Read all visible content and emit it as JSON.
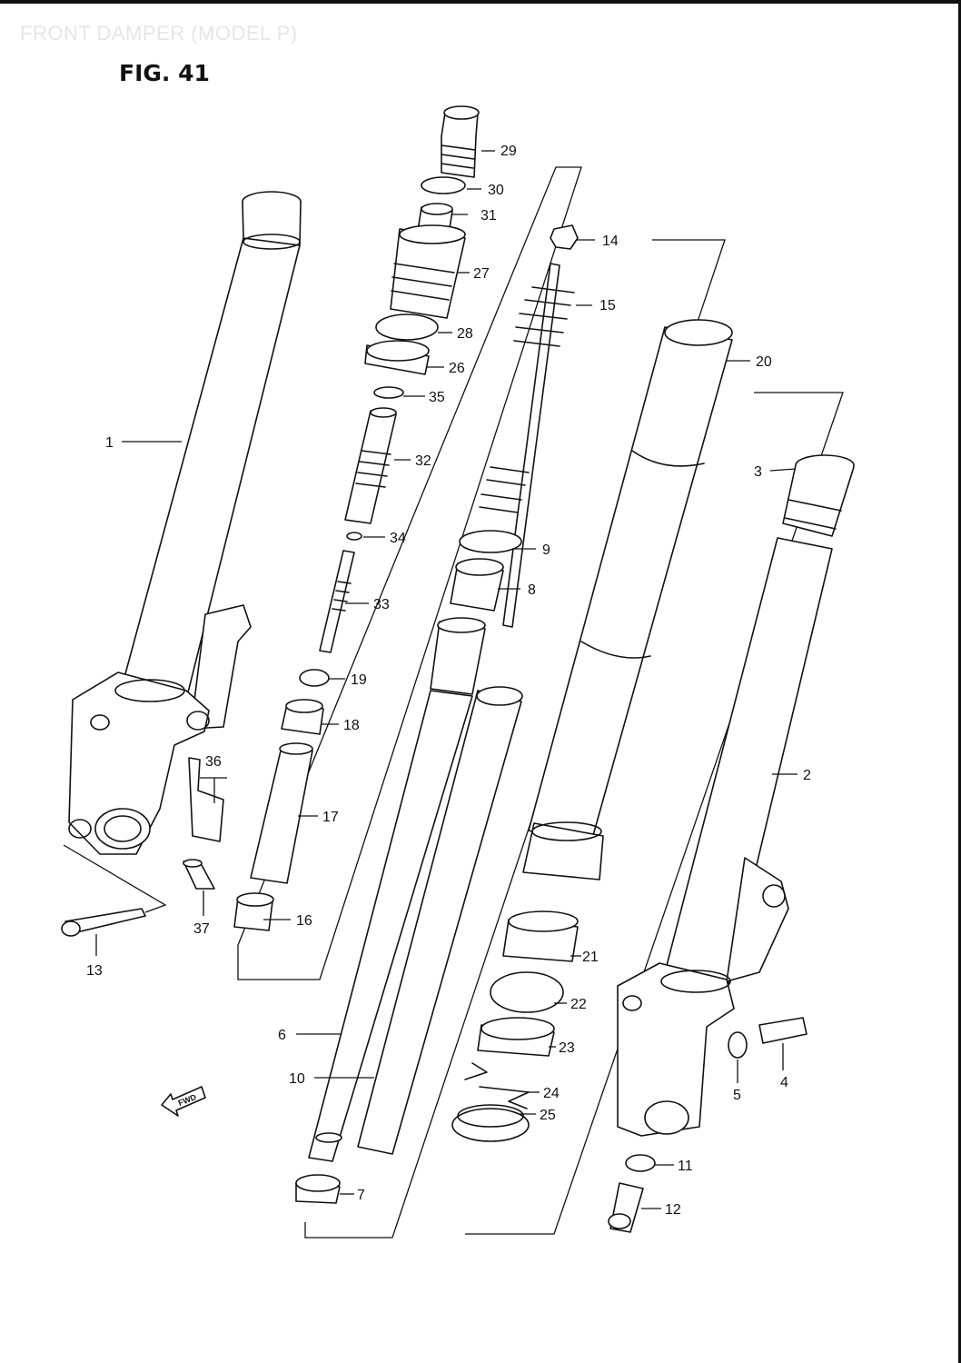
{
  "header": {
    "faint_title": "FRONT DAMPER (MODEL P)",
    "fig_label": "FIG. 41"
  },
  "arrow_label": "FWD",
  "callouts": [
    {
      "id": "c29",
      "text": "29"
    },
    {
      "id": "c30",
      "text": "30"
    },
    {
      "id": "c31",
      "text": "31"
    },
    {
      "id": "c14",
      "text": "14"
    },
    {
      "id": "c27",
      "text": "27"
    },
    {
      "id": "c15",
      "text": "15"
    },
    {
      "id": "c28",
      "text": "28"
    },
    {
      "id": "c26",
      "text": "26"
    },
    {
      "id": "c20",
      "text": "20"
    },
    {
      "id": "c35",
      "text": "35"
    },
    {
      "id": "c1",
      "text": "1"
    },
    {
      "id": "c32",
      "text": "32"
    },
    {
      "id": "c3",
      "text": "3"
    },
    {
      "id": "c34",
      "text": "34"
    },
    {
      "id": "c9",
      "text": "9"
    },
    {
      "id": "c8",
      "text": "8"
    },
    {
      "id": "c33",
      "text": "33"
    },
    {
      "id": "c19",
      "text": "19"
    },
    {
      "id": "c18",
      "text": "18"
    },
    {
      "id": "c36",
      "text": "36"
    },
    {
      "id": "c2",
      "text": "2"
    },
    {
      "id": "c17",
      "text": "17"
    },
    {
      "id": "c16",
      "text": "16"
    },
    {
      "id": "c37",
      "text": "37"
    },
    {
      "id": "c13",
      "text": "13"
    },
    {
      "id": "c21",
      "text": "21"
    },
    {
      "id": "c22",
      "text": "22"
    },
    {
      "id": "c6",
      "text": "6"
    },
    {
      "id": "c23",
      "text": "23"
    },
    {
      "id": "c4",
      "text": "4"
    },
    {
      "id": "c10",
      "text": "10"
    },
    {
      "id": "c24",
      "text": "24"
    },
    {
      "id": "c5",
      "text": "5"
    },
    {
      "id": "c25",
      "text": "25"
    },
    {
      "id": "c11",
      "text": "11"
    },
    {
      "id": "c7",
      "text": "7"
    },
    {
      "id": "c12",
      "text": "12"
    }
  ]
}
